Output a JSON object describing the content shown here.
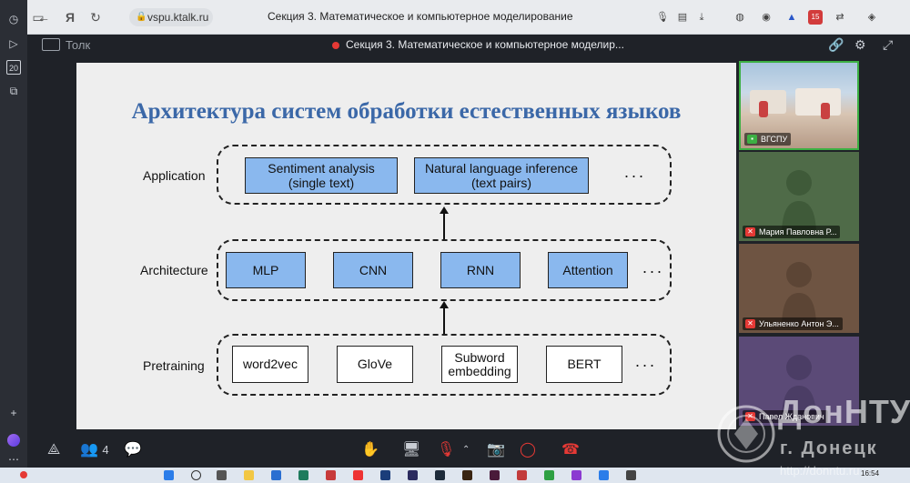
{
  "browser": {
    "url": "vspu.ktalk.ru",
    "title": "Секция 3. Математическое и компьютерное моделирование"
  },
  "sidebar": {
    "badge_count": "20"
  },
  "meeting": {
    "app_name": "Толк",
    "title": "Секция 3. Математическое и компьютерное моделир..."
  },
  "slide": {
    "title": "Архитектура систем обработки естественных языков",
    "rows": {
      "application": {
        "label": "Application",
        "boxes": [
          "Sentiment analysis\n(single text)",
          "Natural language inference\n(text pairs)"
        ],
        "more": "..."
      },
      "architecture": {
        "label": "Architecture",
        "boxes": [
          "MLP",
          "CNN",
          "RNN",
          "Attention"
        ],
        "more": "..."
      },
      "pretraining": {
        "label": "Pretraining",
        "boxes": [
          "word2vec",
          "GloVe",
          "Subword\nembedding",
          "BERT"
        ],
        "more": "..."
      }
    }
  },
  "participants": [
    {
      "name": "ВГСПУ",
      "mic": "on"
    },
    {
      "name": "Мария Павловна Р...",
      "mic": "off"
    },
    {
      "name": "Ульяненко Антон Э...",
      "mic": "off"
    },
    {
      "name": "Павел Жданович",
      "mic": "off"
    }
  ],
  "toolbar": {
    "participants_count": "4"
  },
  "taskbar": {
    "clock": "16:54"
  },
  "watermark": {
    "line1": "ДонНТУ",
    "line2": "г. Донецк",
    "line3": "http://donntu.ru"
  },
  "colors": {
    "slide_title": "#3b68a8",
    "blue_box": "#8ab8ee",
    "recording": "#e53935",
    "mic_off": "#e53935",
    "mic_on": "#3cb043"
  }
}
